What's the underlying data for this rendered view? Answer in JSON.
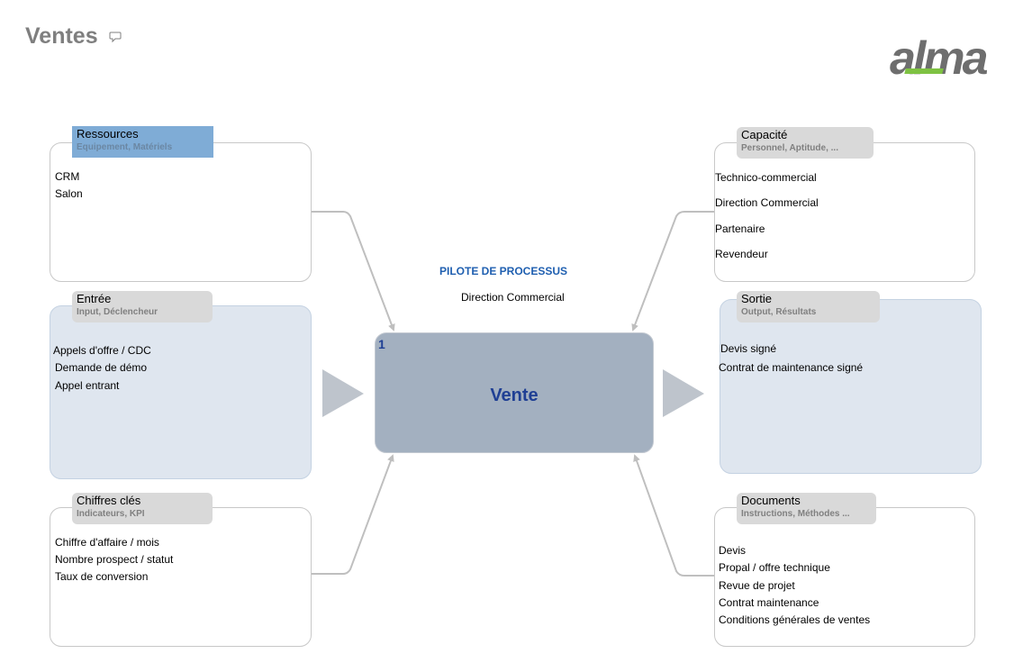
{
  "header": {
    "title": "Ventes",
    "comment_icon": "speech-bubble-icon"
  },
  "logo": {
    "text": "alma",
    "colors": {
      "text": "#6e6e6e",
      "accent": "#7ec242"
    }
  },
  "pilot": {
    "label": "PILOTE DE PROCESSUS",
    "value": "Direction Commercial"
  },
  "process": {
    "number": "1",
    "name": "Vente"
  },
  "panels": {
    "ressources": {
      "title": "Ressources",
      "subtitle": "Equipement, Matériels",
      "items": [
        "CRM",
        "Salon"
      ]
    },
    "capacite": {
      "title": "Capacité",
      "subtitle": "Personnel, Aptitude, ...",
      "items": [
        "Technico-commercial",
        "Direction Commercial",
        "Partenaire",
        "Revendeur"
      ]
    },
    "entree": {
      "title": "Entrée",
      "subtitle": "Input, Déclencheur",
      "items": [
        "Appels d'offre / CDC",
        "Demande de démo",
        "Appel entrant"
      ]
    },
    "sortie": {
      "title": "Sortie",
      "subtitle": "Output, Résultats",
      "items": [
        "Devis signé",
        "Contrat de maintenance signé"
      ]
    },
    "chiffres": {
      "title": "Chiffres clés",
      "subtitle": "Indicateurs, KPI",
      "items": [
        "Chiffre d'affaire / mois",
        "Nombre prospect / statut",
        "Taux de conversion"
      ]
    },
    "documents": {
      "title": "Documents",
      "subtitle": "Instructions, Méthodes  ...",
      "items": [
        "Devis",
        "Propal / offre technique",
        "Revue de projet",
        "Contrat maintenance",
        "Conditions générales de ventes"
      ]
    }
  },
  "colors": {
    "title_gray": "#7f7f7f",
    "process_fill": "#a3b0c0",
    "process_text": "#1f3f94",
    "pilot_text": "#1f5fb0",
    "panel_blue": "#dfe6ef",
    "tab_gray": "#d9d9d9",
    "tab_selected": "#7facd6",
    "connector": "#bfbfbf"
  }
}
